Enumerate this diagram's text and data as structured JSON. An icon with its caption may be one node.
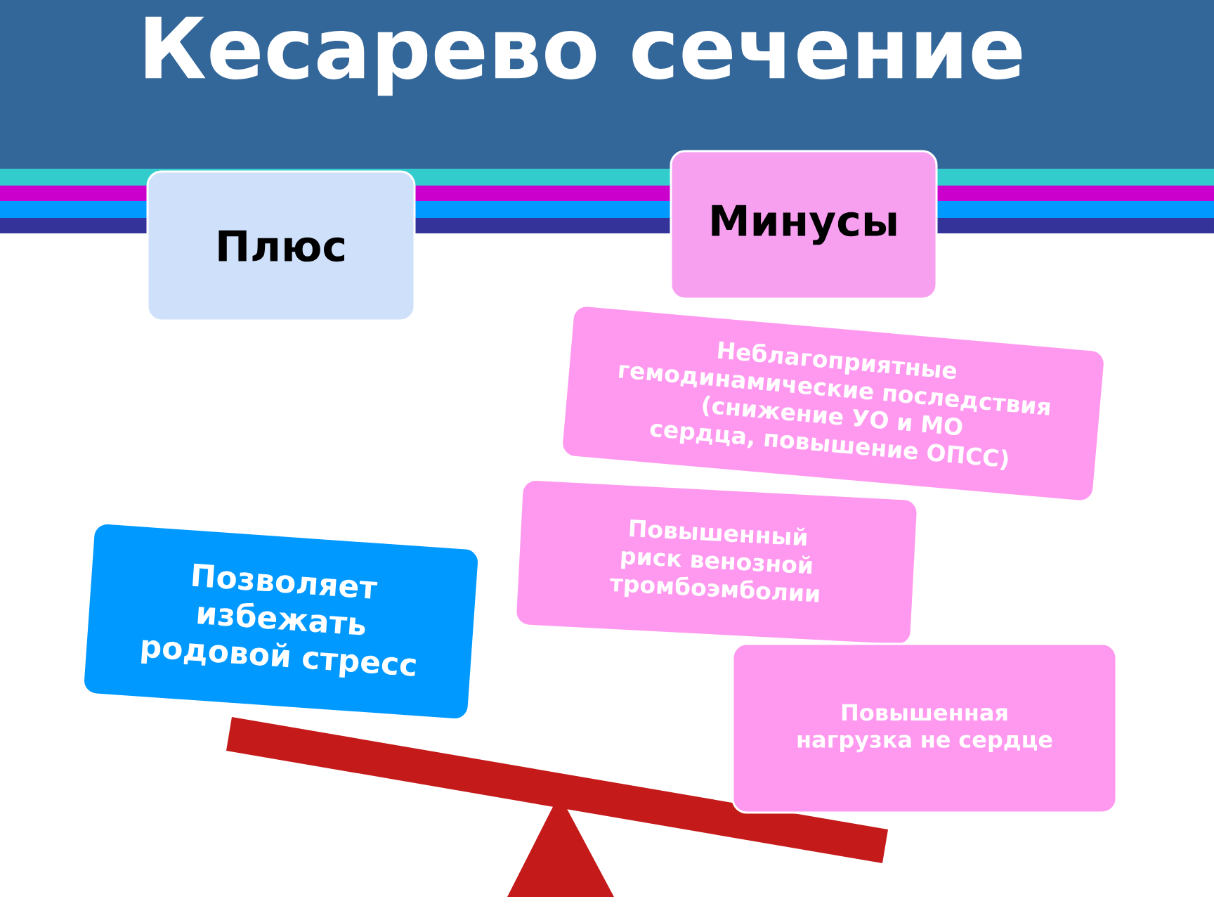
{
  "diagram": {
    "title": "Кесарево сечение",
    "nodes": [
      {
        "text": [
          "Плюс"
        ]
      },
      {
        "text": [
          "Минусы"
        ]
      },
      {
        "text": [
          "Позволяет избежать родовой стресс"
        ]
      },
      {
        "text": [
          "Неблагоприятные гемодинамические последствия (снижение УО и МО сердца, повышение ОПСС)"
        ]
      },
      {
        "text": [
          "Повышенный риск венозной тромбоэмболии"
        ]
      },
      {
        "text": [
          "Повышенная нагрузка не сердце"
        ]
      }
    ]
  }
}
